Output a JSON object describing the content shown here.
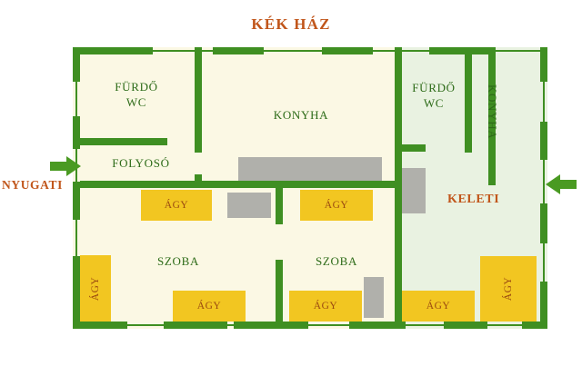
{
  "title": "KÉK HÁZ",
  "colors": {
    "title_text": "#c1561b",
    "wall": "#3f8f22",
    "floor_west": "#fbf8e4",
    "floor_east": "#e9f2e1",
    "bed_fill": "#f2c621",
    "bed_text": "#9b4a10",
    "furniture_gray": "#b0b0ab",
    "room_label": "#2d6b18",
    "direction_label": "#c1561b",
    "background": "#ffffff"
  },
  "directions": {
    "west": {
      "label": "NYUGATI",
      "arrow": "arrow-right-icon"
    },
    "east": {
      "label": "KELETI",
      "arrow": "arrow-left-icon"
    }
  },
  "rooms": [
    {
      "id": "bath-wc-west",
      "name": "FÜRDŐ\nWC",
      "line1": "FÜRDŐ",
      "line2": "WC",
      "side": "west"
    },
    {
      "id": "hallway-west",
      "name": "FOLYOSÓ",
      "line1": "FOLYOSÓ",
      "line2": "",
      "side": "west"
    },
    {
      "id": "kitchen-west",
      "name": "KONYHA",
      "line1": "KONYHA",
      "line2": "",
      "side": "west"
    },
    {
      "id": "room-west-1",
      "name": "SZOBA",
      "line1": "SZOBA",
      "line2": "",
      "side": "west"
    },
    {
      "id": "room-west-2",
      "name": "SZOBA",
      "line1": "SZOBA",
      "line2": "",
      "side": "west"
    },
    {
      "id": "bath-wc-east",
      "name": "FÜRDŐ\nWC",
      "line1": "FÜRDŐ",
      "line2": "WC",
      "side": "east"
    },
    {
      "id": "kitchen-east",
      "name": "KONYHA",
      "line1": "KONYHA",
      "line2": "",
      "side": "east",
      "orientation": "vertical"
    }
  ],
  "beds": [
    {
      "id": "bed-west-room1-top",
      "label": "ÁGY",
      "orientation": "horizontal"
    },
    {
      "id": "bed-west-room1-left",
      "label": "ÁGY",
      "orientation": "vertical"
    },
    {
      "id": "bed-west-room1-bottom",
      "label": "ÁGY",
      "orientation": "horizontal"
    },
    {
      "id": "bed-west-room2-top",
      "label": "ÁGY",
      "orientation": "horizontal"
    },
    {
      "id": "bed-west-room2-bottom",
      "label": "ÁGY",
      "orientation": "horizontal"
    },
    {
      "id": "bed-east-bottom",
      "label": "ÁGY",
      "orientation": "horizontal"
    },
    {
      "id": "bed-east-right",
      "label": "ÁGY",
      "orientation": "vertical"
    }
  ],
  "bed_count": 7,
  "room_count": 7
}
